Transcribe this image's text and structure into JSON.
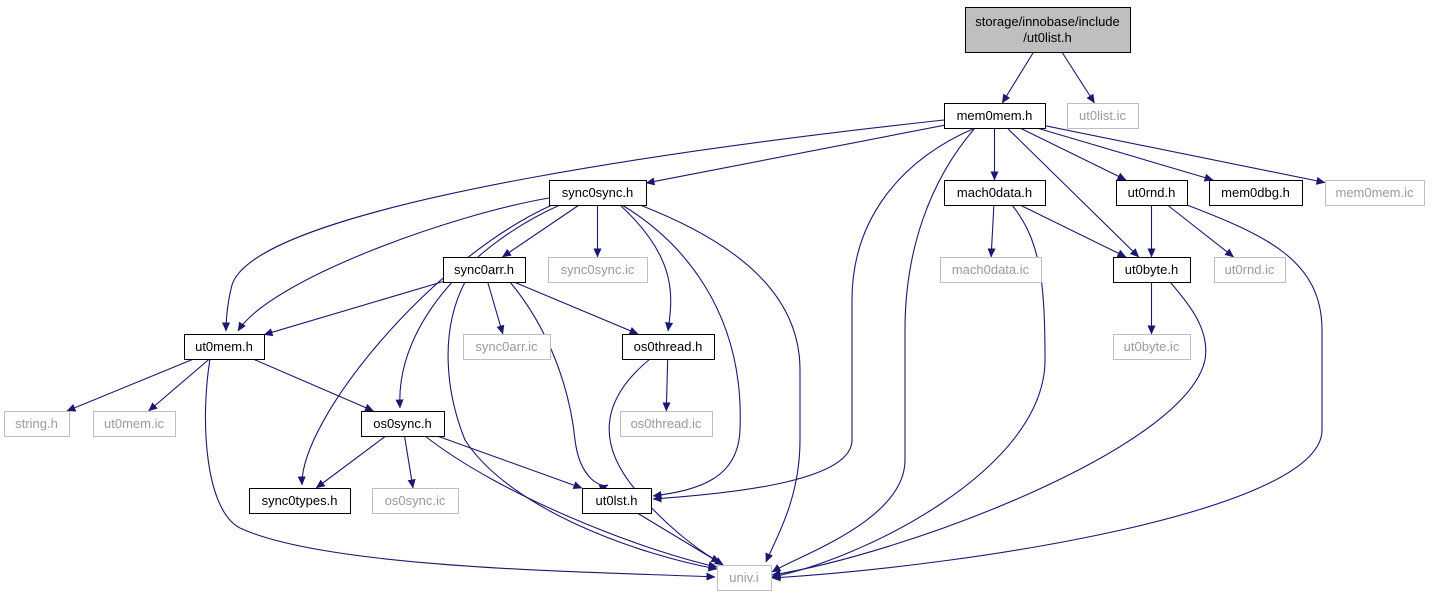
{
  "graph": {
    "colors": {
      "edge": "#191970",
      "root_fill": "#bfbfbf",
      "doc_border": "#000000",
      "ext_border": "#bfbfbf",
      "ext_text": "#9a9a9a"
    },
    "nodes": [
      {
        "id": "root",
        "lines": [
          "storage/innobase/include",
          "/ut0list.h"
        ],
        "kind": "root"
      },
      {
        "id": "mem0mem_h",
        "lines": [
          "mem0mem.h"
        ],
        "kind": "doc"
      },
      {
        "id": "ut0list_ic",
        "lines": [
          "ut0list.ic"
        ],
        "kind": "ext"
      },
      {
        "id": "sync0sync_h",
        "lines": [
          "sync0sync.h"
        ],
        "kind": "doc"
      },
      {
        "id": "mach0data_h",
        "lines": [
          "mach0data.h"
        ],
        "kind": "doc"
      },
      {
        "id": "ut0rnd_h",
        "lines": [
          "ut0rnd.h"
        ],
        "kind": "doc"
      },
      {
        "id": "mem0dbg_h",
        "lines": [
          "mem0dbg.h"
        ],
        "kind": "doc"
      },
      {
        "id": "mem0mem_ic",
        "lines": [
          "mem0mem.ic"
        ],
        "kind": "ext"
      },
      {
        "id": "sync0arr_h",
        "lines": [
          "sync0arr.h"
        ],
        "kind": "doc"
      },
      {
        "id": "sync0sync_ic",
        "lines": [
          "sync0sync.ic"
        ],
        "kind": "ext"
      },
      {
        "id": "mach0data_ic",
        "lines": [
          "mach0data.ic"
        ],
        "kind": "ext"
      },
      {
        "id": "ut0byte_h",
        "lines": [
          "ut0byte.h"
        ],
        "kind": "doc"
      },
      {
        "id": "ut0rnd_ic",
        "lines": [
          "ut0rnd.ic"
        ],
        "kind": "ext"
      },
      {
        "id": "ut0mem_h",
        "lines": [
          "ut0mem.h"
        ],
        "kind": "doc"
      },
      {
        "id": "sync0arr_ic",
        "lines": [
          "sync0arr.ic"
        ],
        "kind": "ext"
      },
      {
        "id": "os0thread_h",
        "lines": [
          "os0thread.h"
        ],
        "kind": "doc"
      },
      {
        "id": "ut0byte_ic",
        "lines": [
          "ut0byte.ic"
        ],
        "kind": "ext"
      },
      {
        "id": "string_h",
        "lines": [
          "string.h"
        ],
        "kind": "ext"
      },
      {
        "id": "ut0mem_ic",
        "lines": [
          "ut0mem.ic"
        ],
        "kind": "ext"
      },
      {
        "id": "os0sync_h",
        "lines": [
          "os0sync.h"
        ],
        "kind": "doc"
      },
      {
        "id": "os0thread_ic",
        "lines": [
          "os0thread.ic"
        ],
        "kind": "ext"
      },
      {
        "id": "sync0types_h",
        "lines": [
          "sync0types.h"
        ],
        "kind": "doc"
      },
      {
        "id": "os0sync_ic",
        "lines": [
          "os0sync.ic"
        ],
        "kind": "ext"
      },
      {
        "id": "ut0lst_h",
        "lines": [
          "ut0lst.h"
        ],
        "kind": "doc"
      },
      {
        "id": "univ_i",
        "lines": [
          "univ.i"
        ],
        "kind": "ext"
      }
    ],
    "edges": [
      {
        "from": "root",
        "to": "mem0mem_h"
      },
      {
        "from": "root",
        "to": "ut0list_ic"
      },
      {
        "from": "mem0mem_h",
        "to": "sync0sync_h"
      },
      {
        "from": "mem0mem_h",
        "to": "mach0data_h"
      },
      {
        "from": "mem0mem_h",
        "to": "ut0rnd_h"
      },
      {
        "from": "mem0mem_h",
        "to": "mem0dbg_h"
      },
      {
        "from": "mem0mem_h",
        "to": "mem0mem_ic"
      },
      {
        "from": "mem0mem_h",
        "to": "ut0mem_h"
      },
      {
        "from": "mem0mem_h",
        "to": "ut0byte_h"
      },
      {
        "from": "mem0mem_h",
        "to": "ut0lst_h"
      },
      {
        "from": "mem0mem_h",
        "to": "univ_i"
      },
      {
        "from": "sync0sync_h",
        "to": "sync0arr_h"
      },
      {
        "from": "sync0sync_h",
        "to": "sync0sync_ic"
      },
      {
        "from": "sync0sync_h",
        "to": "ut0mem_h"
      },
      {
        "from": "sync0sync_h",
        "to": "os0thread_h"
      },
      {
        "from": "sync0sync_h",
        "to": "os0sync_h"
      },
      {
        "from": "sync0sync_h",
        "to": "sync0types_h"
      },
      {
        "from": "sync0sync_h",
        "to": "ut0lst_h"
      },
      {
        "from": "sync0sync_h",
        "to": "univ_i"
      },
      {
        "from": "mach0data_h",
        "to": "mach0data_ic"
      },
      {
        "from": "mach0data_h",
        "to": "ut0byte_h"
      },
      {
        "from": "mach0data_h",
        "to": "univ_i"
      },
      {
        "from": "ut0rnd_h",
        "to": "ut0byte_h"
      },
      {
        "from": "ut0rnd_h",
        "to": "ut0rnd_ic"
      },
      {
        "from": "ut0rnd_h",
        "to": "univ_i"
      },
      {
        "from": "sync0arr_h",
        "to": "ut0mem_h"
      },
      {
        "from": "sync0arr_h",
        "to": "sync0arr_ic"
      },
      {
        "from": "sync0arr_h",
        "to": "os0thread_h"
      },
      {
        "from": "sync0arr_h",
        "to": "ut0lst_h"
      },
      {
        "from": "sync0arr_h",
        "to": "univ_i"
      },
      {
        "from": "ut0byte_h",
        "to": "ut0byte_ic"
      },
      {
        "from": "ut0byte_h",
        "to": "univ_i"
      },
      {
        "from": "ut0mem_h",
        "to": "string_h"
      },
      {
        "from": "ut0mem_h",
        "to": "ut0mem_ic"
      },
      {
        "from": "ut0mem_h",
        "to": "os0sync_h"
      },
      {
        "from": "ut0mem_h",
        "to": "univ_i"
      },
      {
        "from": "os0thread_h",
        "to": "os0thread_ic"
      },
      {
        "from": "os0thread_h",
        "to": "univ_i"
      },
      {
        "from": "os0sync_h",
        "to": "sync0types_h"
      },
      {
        "from": "os0sync_h",
        "to": "os0sync_ic"
      },
      {
        "from": "os0sync_h",
        "to": "ut0lst_h"
      },
      {
        "from": "os0sync_h",
        "to": "univ_i"
      },
      {
        "from": "ut0lst_h",
        "to": "univ_i"
      }
    ]
  }
}
